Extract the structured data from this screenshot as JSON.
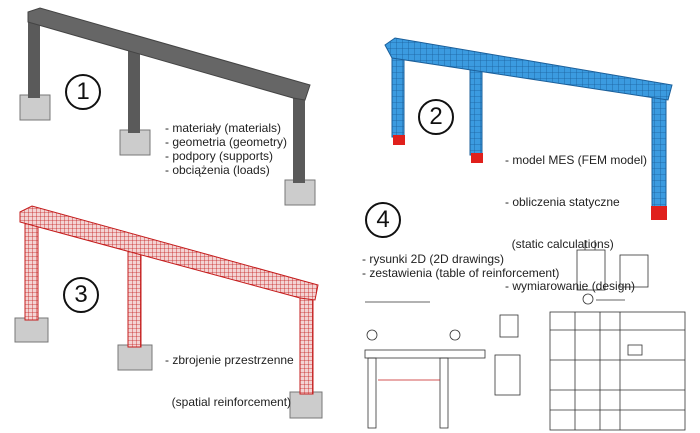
{
  "steps": [
    {
      "number": "1",
      "items": [
        "- materiały (materials)",
        "- geometria (geometry)",
        "- podpory (supports)",
        "- obciążenia (loads)"
      ]
    },
    {
      "number": "2",
      "items": [
        "- model MES (FEM model)",
        "- obliczenia statyczne",
        "  (static calculations)",
        "- wymiarowanie (design)"
      ]
    },
    {
      "number": "3",
      "items": [
        "- zbrojenie przestrzenne",
        "  (spatial reinforcement)"
      ]
    },
    {
      "number": "4",
      "items": [
        "- rysunki 2D (2D drawings)",
        "- zestawienia (table of reinforcement)"
      ]
    }
  ],
  "colors": {
    "concrete": "#6b6b6b",
    "fem": "#2f8fd8",
    "support": "#e0201c",
    "rebar": "#d21f1f"
  }
}
